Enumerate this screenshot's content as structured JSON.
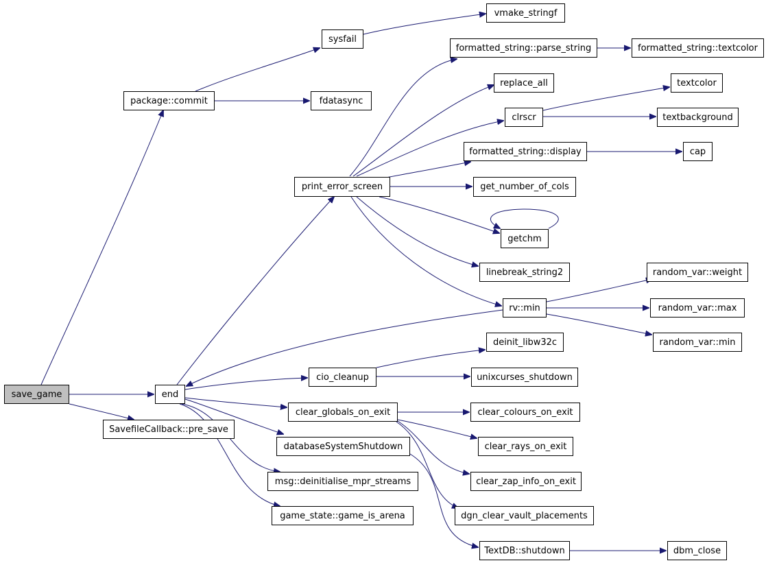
{
  "colors": {
    "edge": "#191970",
    "root_fill": "#bfbfbf",
    "node_fill": "#ffffff",
    "node_border": "#000000"
  },
  "nodes": {
    "save_game": "save_game",
    "package_commit": "package::commit",
    "sysfail": "sysfail",
    "vmake_stringf": "vmake_stringf",
    "fdatasync": "fdatasync",
    "end": "end",
    "savefile_pre_save": "SavefileCallback::pre_save",
    "print_error_screen": "print_error_screen",
    "parse_string": "formatted_string::parse_string",
    "fs_textcolor": "formatted_string::textcolor",
    "replace_all": "replace_all",
    "clrscr": "clrscr",
    "textcolor": "textcolor",
    "textbackground": "textbackground",
    "fs_display": "formatted_string::display",
    "cap": "cap",
    "get_number_of_cols": "get_number_of_cols",
    "getchm": "getchm",
    "linebreak_string2": "linebreak_string2",
    "rv_min": "rv::min",
    "rv_weight": "random_var::weight",
    "rv_max": "random_var::max",
    "random_var_min": "random_var::min",
    "cio_cleanup": "cio_cleanup",
    "deinit_libw32c": "deinit_libw32c",
    "unixcurses_shutdown": "unixcurses_shutdown",
    "clear_globals_on_exit": "clear_globals_on_exit",
    "clear_colours_on_exit": "clear_colours_on_exit",
    "clear_rays_on_exit": "clear_rays_on_exit",
    "clear_zap_info_on_exit": "clear_zap_info_on_exit",
    "dgn_clear_vault_placements": "dgn_clear_vault_placements",
    "database_system_shutdown": "databaseSystemShutdown",
    "msg_deinitialise": "msg::deinitialise_mpr_streams",
    "game_is_arena": "game_state::game_is_arena",
    "textdb_shutdown": "TextDB::shutdown",
    "dbm_close": "dbm_close"
  }
}
